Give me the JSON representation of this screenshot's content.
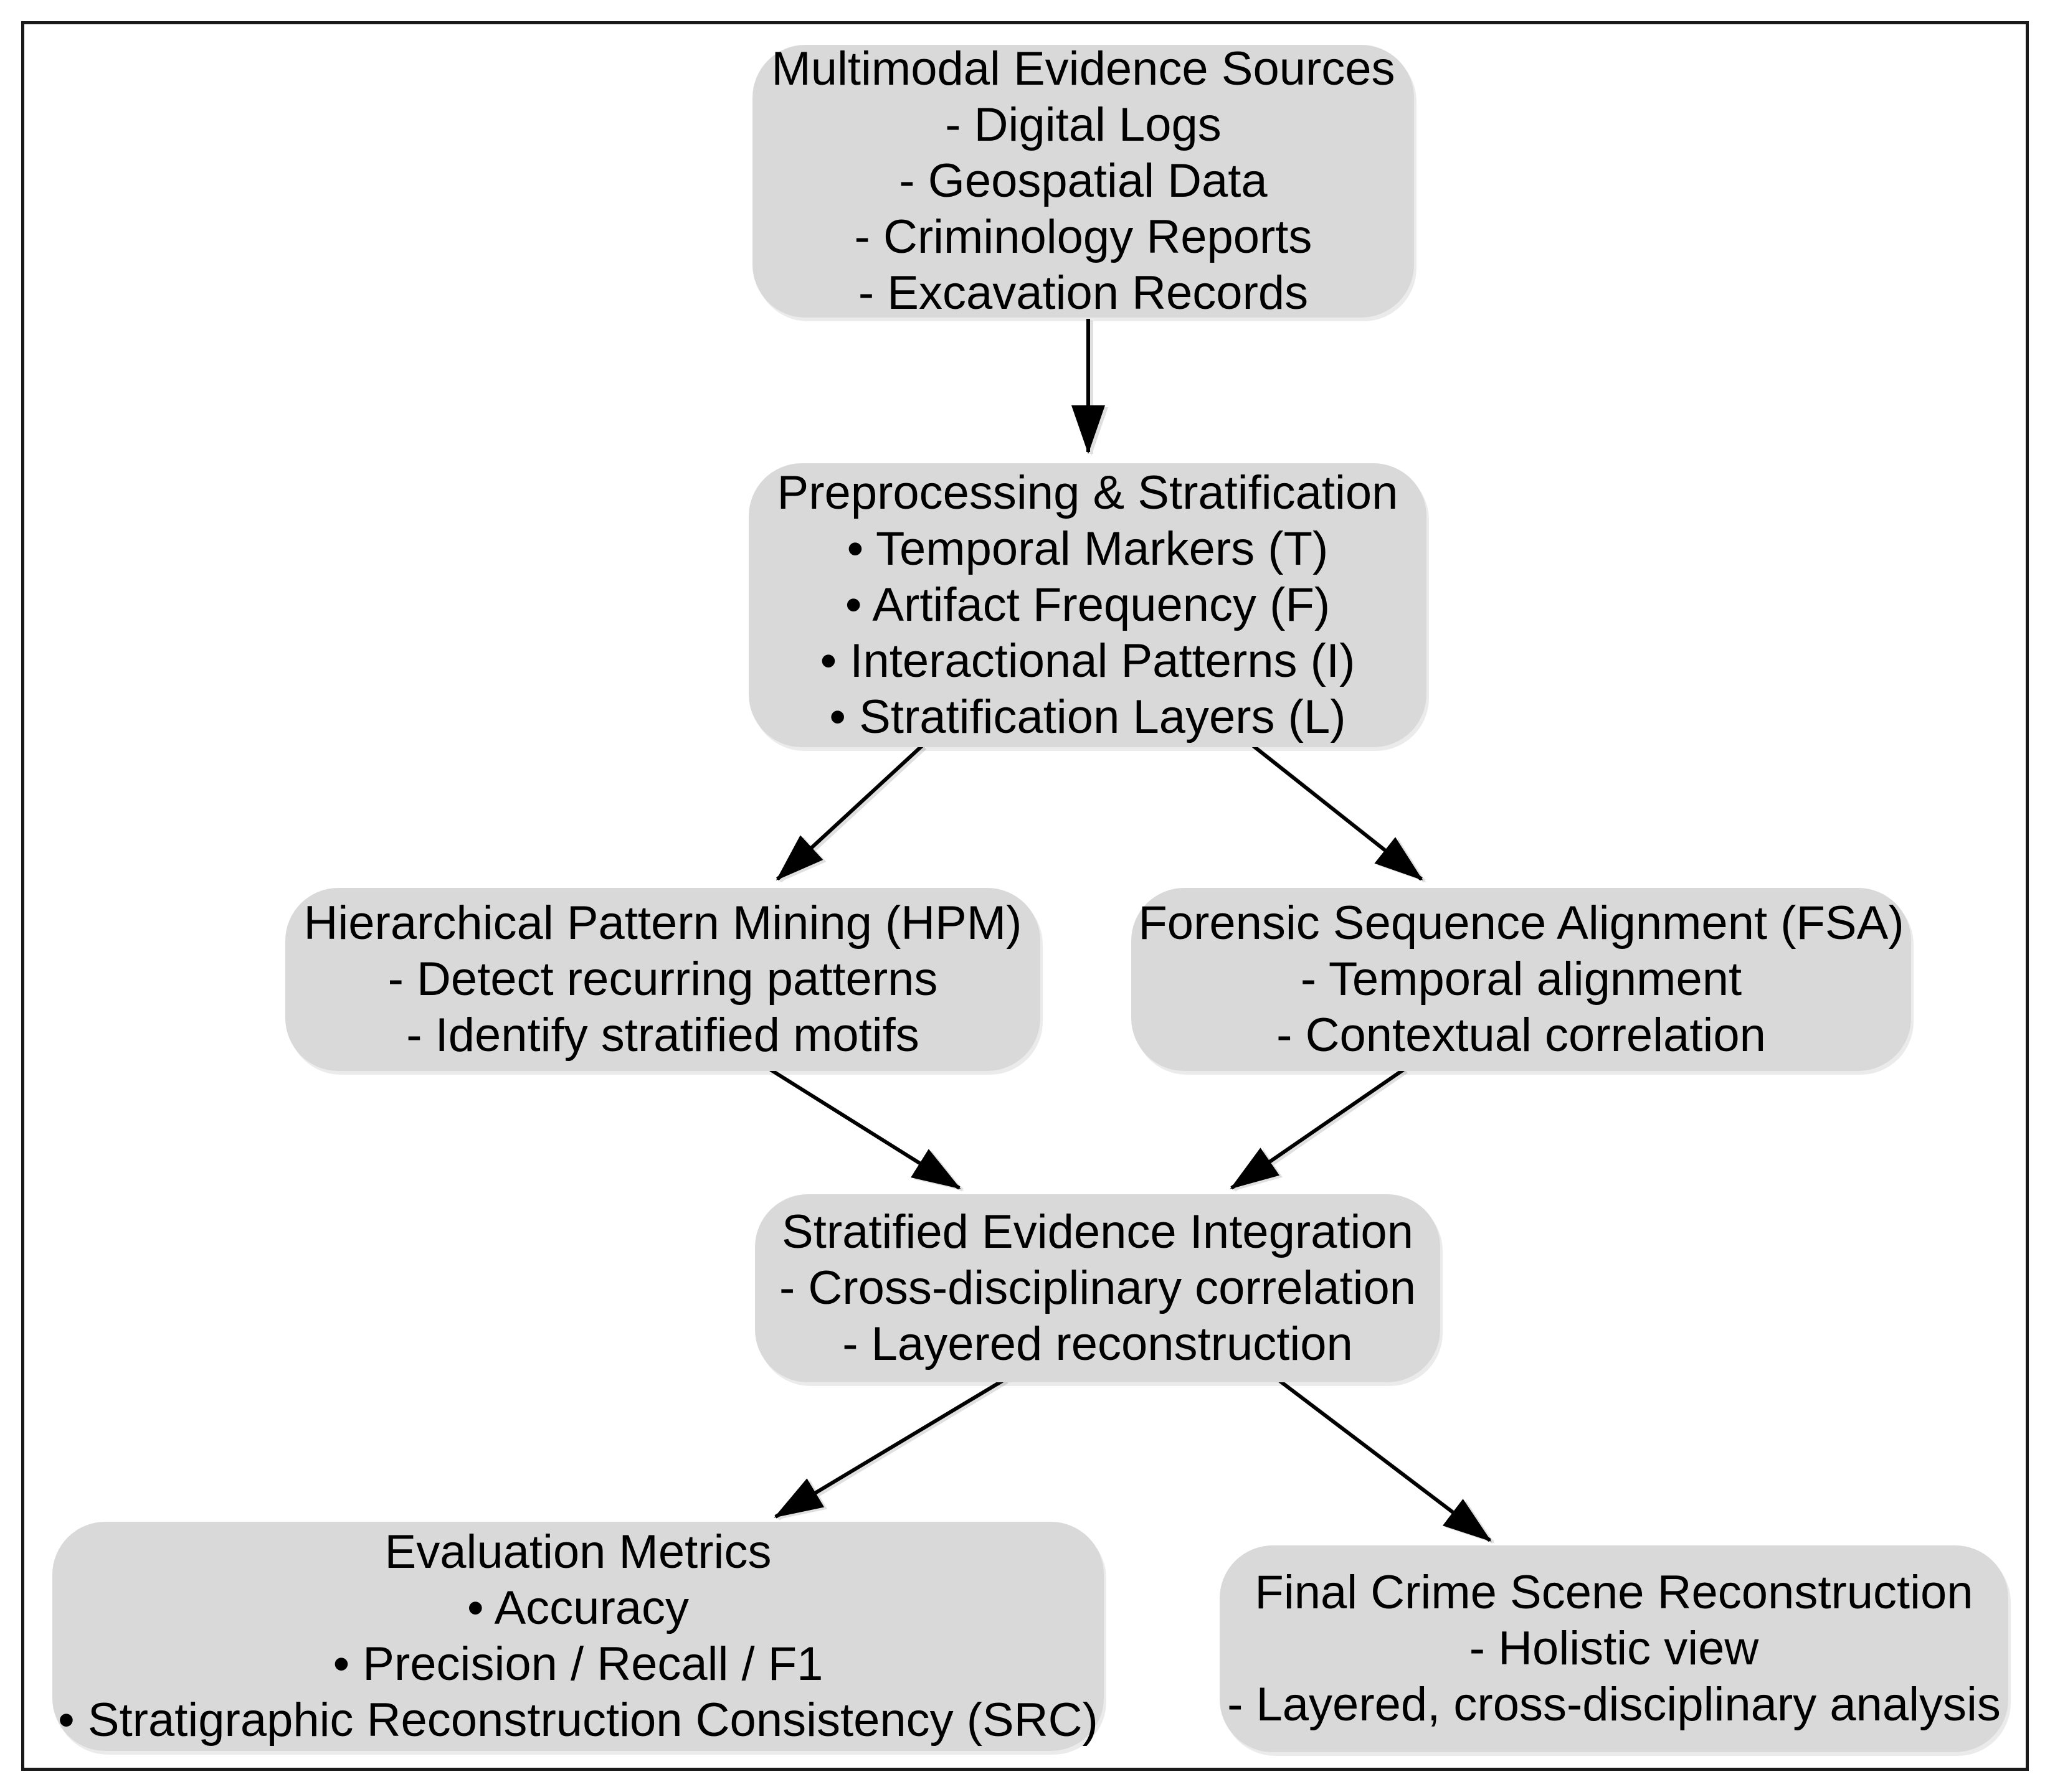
{
  "figure": {
    "type": "flowchart",
    "colors": {
      "background": "#ffffff",
      "frame_border": "#1a1a1a",
      "node_fill": "#d9d9d9",
      "node_text": "#000000",
      "arrow": "#000000"
    },
    "nodes": [
      {
        "id": "sources",
        "lines": [
          "Multimodal Evidence Sources",
          "- Digital Logs",
          "- Geospatial Data",
          "- Criminology Reports",
          "- Excavation Records"
        ]
      },
      {
        "id": "preprocessing",
        "lines": [
          "Preprocessing & Stratification",
          "• Temporal Markers (T)",
          "• Artifact Frequency (F)",
          "• Interactional Patterns (I)",
          "• Stratification Layers (L)"
        ]
      },
      {
        "id": "hpm",
        "lines": [
          "Hierarchical Pattern Mining (HPM)",
          "- Detect recurring patterns",
          "- Identify stratified motifs"
        ]
      },
      {
        "id": "fsa",
        "lines": [
          "Forensic Sequence Alignment (FSA)",
          "- Temporal alignment",
          "- Contextual correlation"
        ]
      },
      {
        "id": "integration",
        "lines": [
          "Stratified Evidence Integration",
          "- Cross-disciplinary correlation",
          "- Layered reconstruction"
        ]
      },
      {
        "id": "metrics",
        "lines": [
          "Evaluation Metrics",
          "• Accuracy",
          "• Precision / Recall / F1",
          "• Stratigraphic Reconstruction Consistency (SRC)"
        ]
      },
      {
        "id": "final",
        "lines": [
          "Final Crime Scene Reconstruction",
          "- Holistic view",
          "- Layered, cross-disciplinary analysis"
        ]
      }
    ],
    "edges": [
      "sources -> preprocessing",
      "preprocessing -> hpm",
      "preprocessing -> fsa",
      "hpm -> integration",
      "fsa -> integration",
      "integration -> metrics",
      "integration -> final"
    ]
  }
}
